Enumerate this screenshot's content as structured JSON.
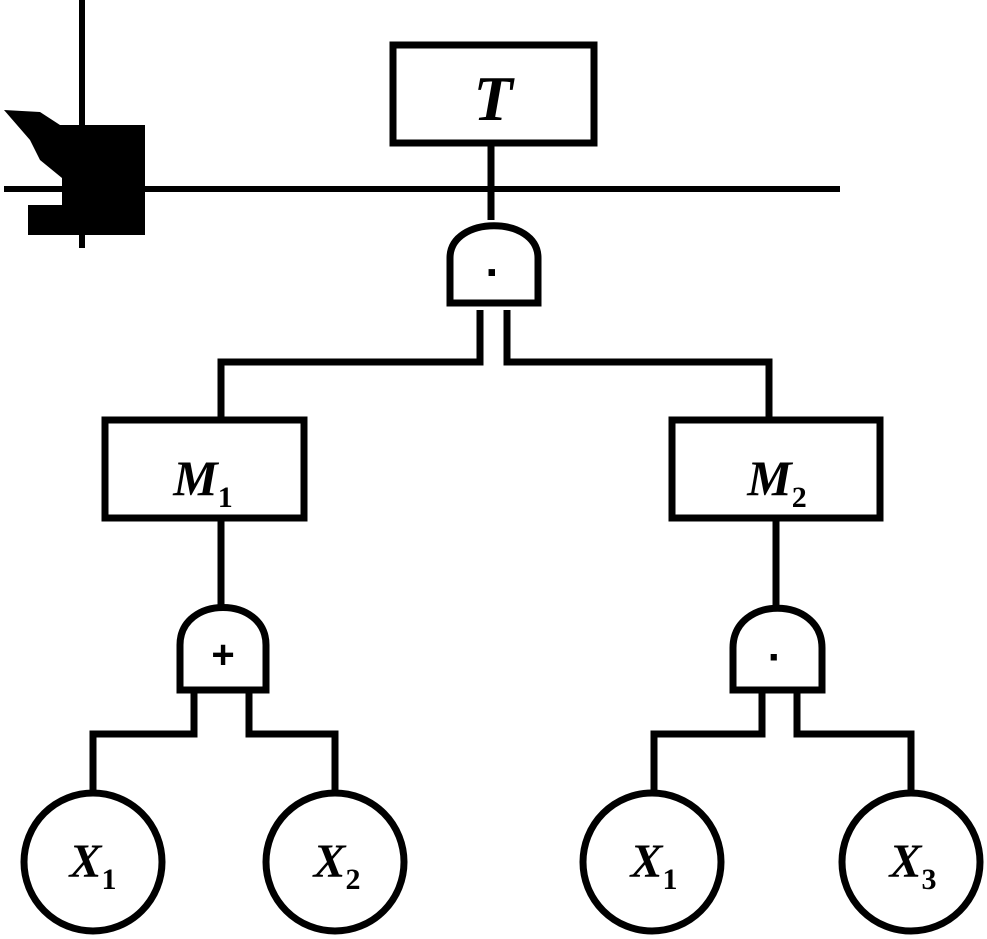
{
  "diagram": {
    "top_event": {
      "letter": "T",
      "sub": ""
    },
    "top_gate": {
      "symbol": "·"
    },
    "intermediate": [
      {
        "letter": "M",
        "sub": "1"
      },
      {
        "letter": "M",
        "sub": "2"
      }
    ],
    "gates": [
      {
        "symbol": "+"
      },
      {
        "symbol": "·"
      }
    ],
    "basic_events": [
      {
        "letter": "X",
        "sub": "1"
      },
      {
        "letter": "X",
        "sub": "2"
      },
      {
        "letter": "X",
        "sub": "1"
      },
      {
        "letter": "X",
        "sub": "3"
      }
    ]
  }
}
